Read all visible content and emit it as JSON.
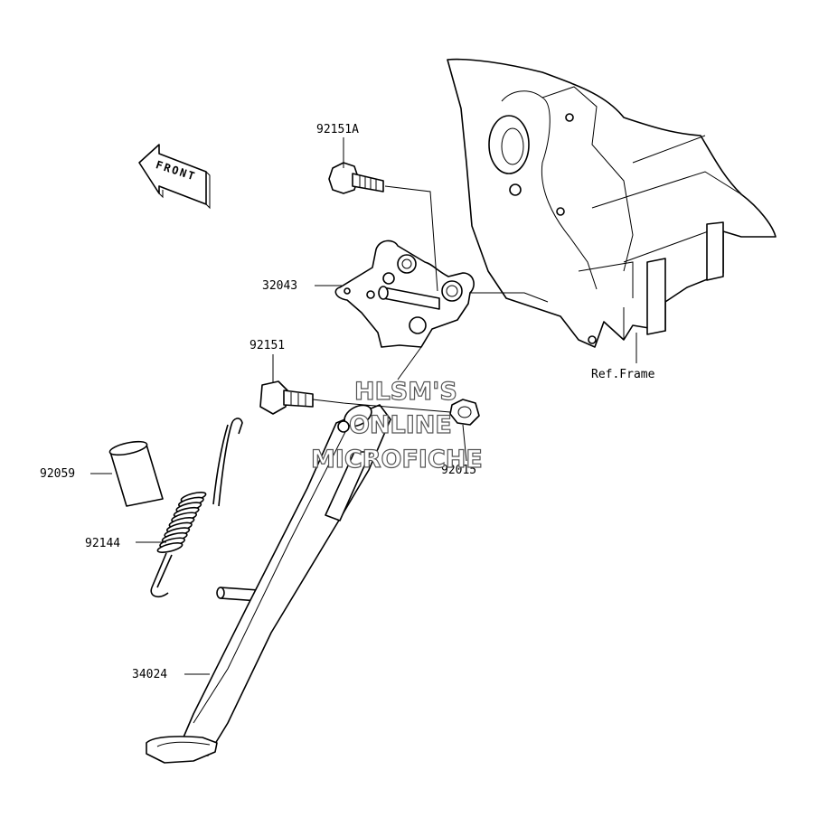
{
  "diagram": {
    "front_label": "FRONT",
    "ref_frame_label": "Ref.Frame",
    "parts": [
      {
        "id": "p-92151A",
        "number": "92151A"
      },
      {
        "id": "p-32043",
        "number": "32043"
      },
      {
        "id": "p-92151",
        "number": "92151"
      },
      {
        "id": "p-92015",
        "number": "92015"
      },
      {
        "id": "p-92059",
        "number": "92059"
      },
      {
        "id": "p-92144",
        "number": "92144"
      },
      {
        "id": "p-34024",
        "number": "34024"
      }
    ],
    "watermark": {
      "line1": "HLSM'S",
      "line2": "ONLINE",
      "line3": "MICROFICHE"
    }
  }
}
